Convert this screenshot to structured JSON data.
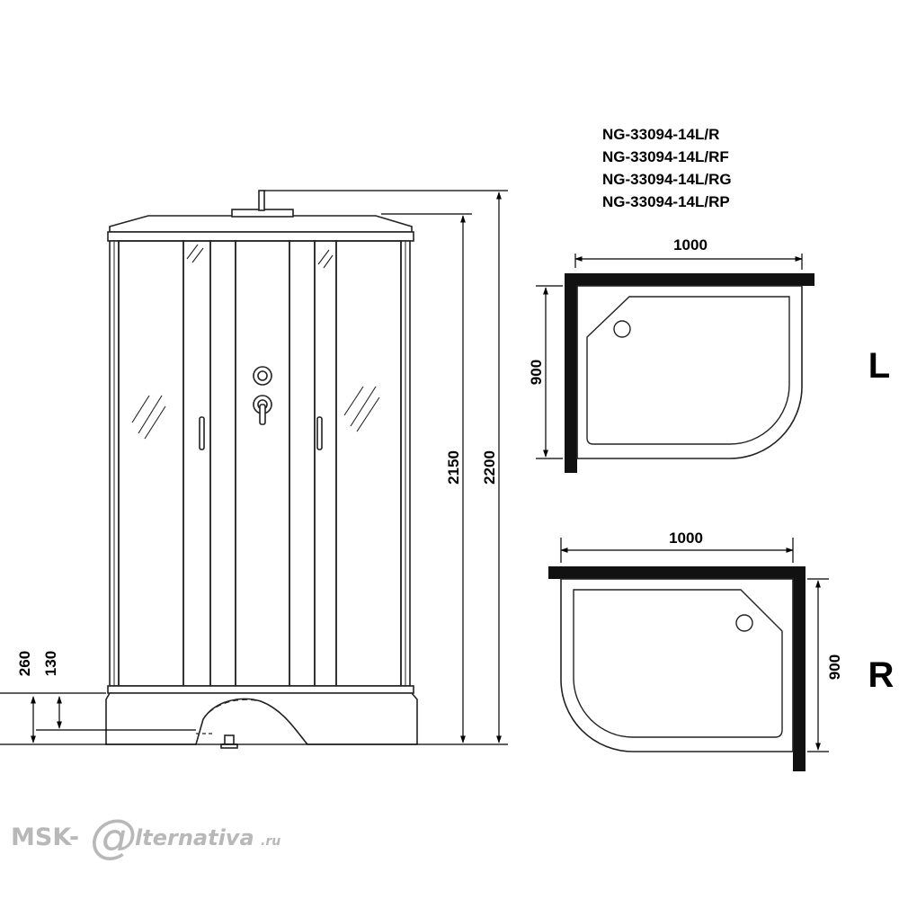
{
  "models": [
    "NG-33094-14L/R",
    "NG-33094-14L/RF",
    "NG-33094-14L/RG",
    "NG-33094-14L/RP"
  ],
  "elevation": {
    "dim_total_height": "2200",
    "dim_cabin_height": "2150",
    "dim_tray_height": "260",
    "dim_base_height": "130"
  },
  "plan_left": {
    "width": "1000",
    "depth": "900",
    "side": "L"
  },
  "plan_right": {
    "width": "1000",
    "depth": "900",
    "side": "R"
  },
  "watermark": {
    "prefix": "MSK-",
    "mark": "@",
    "suffix": "lternativa",
    "domain": ".ru"
  }
}
